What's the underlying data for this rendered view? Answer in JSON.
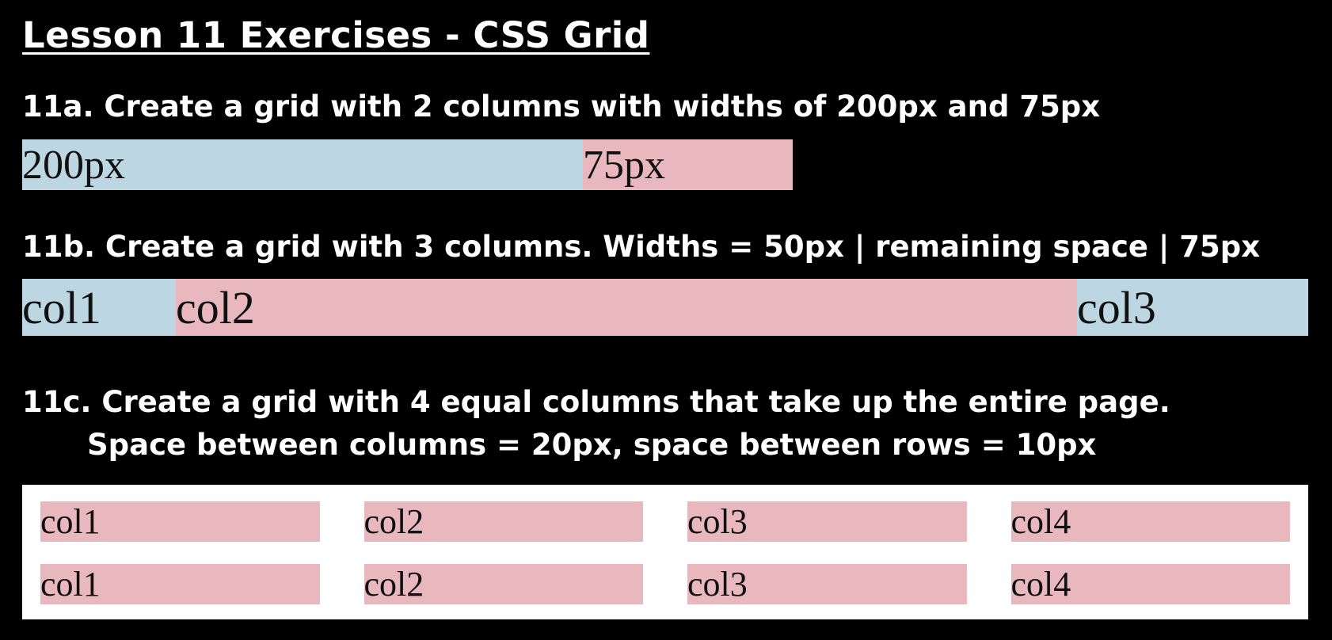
{
  "page": {
    "title": "Lesson 11 Exercises - CSS Grid"
  },
  "exercise_a": {
    "heading": "11a. Create a grid with 2 columns with widths of 200px and 75px",
    "cells": [
      "200px",
      "75px"
    ]
  },
  "exercise_b": {
    "heading": "11b. Create a grid with 3 columns. Widths = 50px | remaining space | 75px",
    "cells": [
      "col1",
      "col2",
      "col3"
    ]
  },
  "exercise_c": {
    "heading_line1": "11c. Create a grid with 4 equal columns that take up the entire page.",
    "heading_line2": "Space between columns = 20px, space between rows = 10px",
    "rows": [
      [
        "col1",
        "col2",
        "col3",
        "col4"
      ],
      [
        "col1",
        "col2",
        "col3",
        "col4"
      ]
    ]
  },
  "colors": {
    "background": "#000000",
    "text": "#ffffff",
    "blue_cell": "#bcd6e2",
    "pink_cell": "#e8b8be",
    "grid_container": "#ffffff"
  }
}
